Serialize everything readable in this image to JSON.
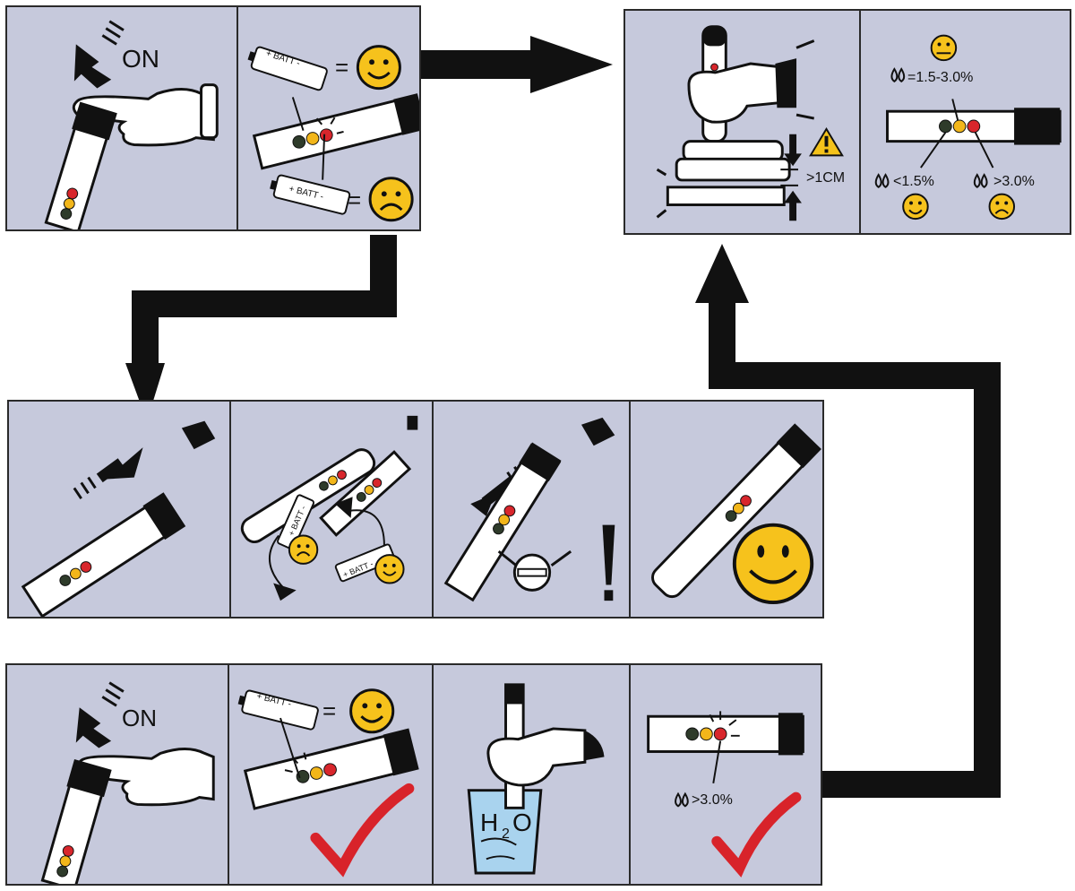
{
  "colors": {
    "panel_bg": "#c6c9dc",
    "smiley": "#f6c21c",
    "led_red": "#d8262c",
    "led_yellow": "#f2b61a",
    "led_green": "#2e3b2a",
    "check_red": "#d8232a",
    "water": "#a9d3ee",
    "warning": "#f4c21a"
  },
  "icons": [
    "pointing-hand-icon",
    "battery-icon",
    "smiley-happy-icon",
    "smiley-sad-icon",
    "smiley-neutral-icon",
    "warning-icon",
    "checkmark-icon",
    "water-drop-icon",
    "breath-tester-icon"
  ],
  "row1": {
    "p1": {
      "on_label": "ON"
    },
    "p2": {
      "batt_top": "+ BATT -",
      "batt_bottom": "+ BATT -",
      "equals_top": "=",
      "equals_bottom": "="
    },
    "p3": {
      "distance_label": ">1CM"
    },
    "p4": {
      "mid_label": "=1.5-3.0%",
      "low_label": "<1.5%",
      "high_label": ">3.0%"
    }
  },
  "row2": {
    "p2": {
      "batt_a": "+ BATT -",
      "batt_b": "+ BATT -"
    }
  },
  "row3": {
    "p1": {
      "on_label": "ON"
    },
    "p2": {
      "batt": "+ BATT -",
      "equals": "="
    },
    "p3": {
      "h2o_h": "H",
      "h2o_2": "2",
      "h2o_o": "O"
    },
    "p4": {
      "high_label": ">3.0%"
    }
  }
}
